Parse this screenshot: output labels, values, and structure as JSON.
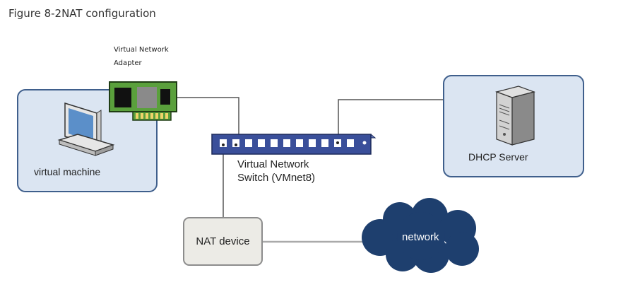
{
  "figure": {
    "title": "Figure 8-2NAT configuration"
  },
  "nodes": {
    "vm": {
      "label": "virtual machine",
      "icon": "computer-icon"
    },
    "adapter": {
      "label_line1": "Virtual Network",
      "label_line2": "Adapter",
      "icon": "network-card-icon"
    },
    "switch": {
      "label_line1": "Virtual Network",
      "label_line2": "Switch (VMnet8)",
      "icon": "switch-icon"
    },
    "dhcp": {
      "label": "DHCP Server",
      "icon": "server-icon"
    },
    "nat": {
      "label": "NAT device"
    },
    "network": {
      "label": "network",
      "icon": "cloud-icon"
    }
  },
  "colors": {
    "panel_fill": "#dbe5f2",
    "panel_border": "#3f5f8c",
    "switch_fill": "#3a4f9a",
    "card_fill": "#5aa03c",
    "cloud_fill": "#1e3f6e",
    "nat_fill": "#ecebe6"
  }
}
